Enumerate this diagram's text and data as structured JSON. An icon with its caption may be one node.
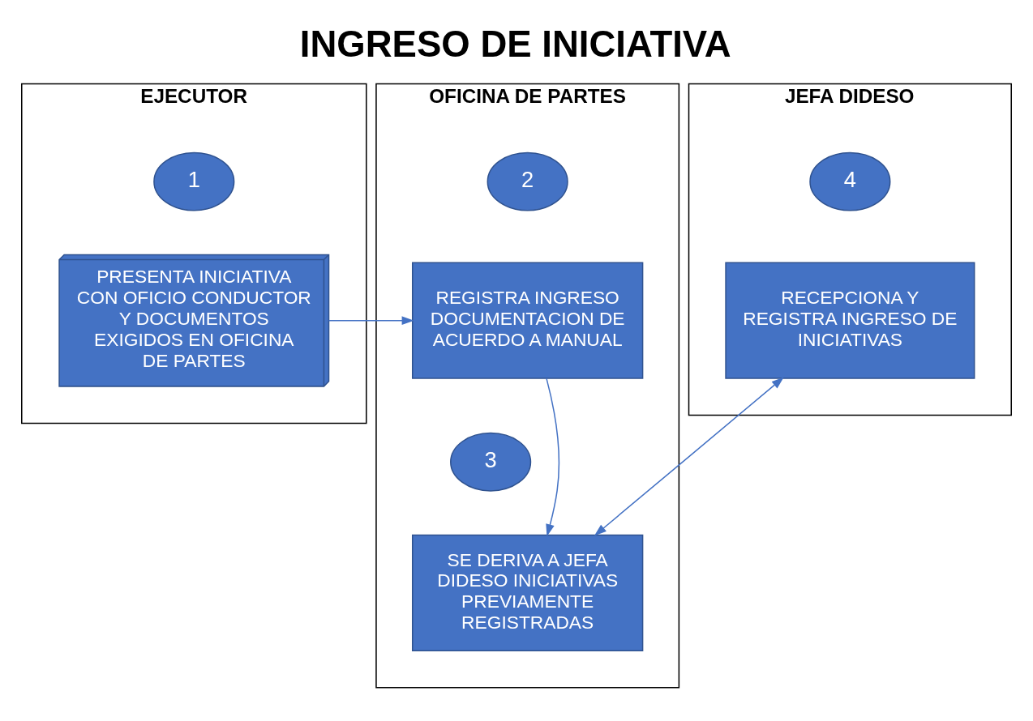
{
  "diagram": {
    "title": "INGRESO DE INICIATIVA",
    "nodes": [
      {
        "text": [
          "EJECUTOR"
        ]
      },
      {
        "text": [
          "1"
        ],
        "in": 0
      },
      {
        "text": [
          "PRESENTA INICIATIVA CON OFICIO CONDUCTOR Y DOCUMENTOS EXIGIDOS EN OFICINA DE PARTES"
        ],
        "in": 0
      },
      {
        "text": [
          "OFICINA DE PARTES"
        ]
      },
      {
        "text": [
          "2"
        ],
        "in": 3
      },
      {
        "text": [
          "REGISTRA INGRESO DOCUMENTACION DE ACUERDO A MANUAL"
        ],
        "in": 3
      },
      {
        "text": [
          "3"
        ],
        "in": 3
      },
      {
        "text": [
          "SE DERIVA A JEFA DIDESO INICIATIVAS PREVIAMENTE REGISTRADAS"
        ],
        "in": 3
      },
      {
        "text": [
          "JEFA DIDESO"
        ]
      },
      {
        "text": [
          "4"
        ],
        "in": 8
      },
      {
        "text": [
          "RECEPCIONA Y REGISTRA INGRESO DE INICIATIVAS"
        ],
        "in": 8
      }
    ],
    "edges": [
      {
        "from": 2,
        "to": 5,
        "arrow": "to"
      },
      {
        "from": 5,
        "to": 7,
        "arrow": "to"
      },
      {
        "from": 7,
        "to": 10,
        "arrow": "both"
      }
    ]
  }
}
